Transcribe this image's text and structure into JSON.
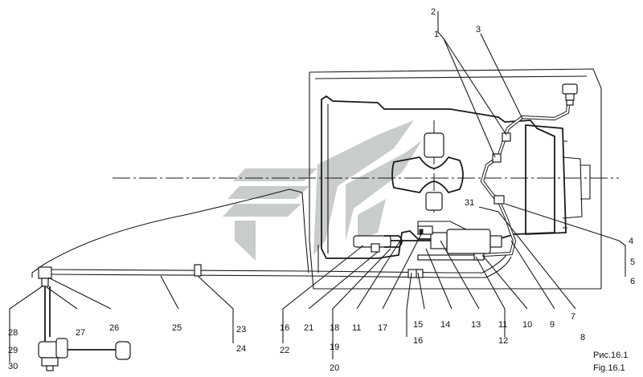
{
  "caption": {
    "ru": "Рис.16.1",
    "en": "Fig.16.1"
  },
  "callouts": [
    {
      "id": "c2",
      "text": "2"
    },
    {
      "id": "c1",
      "text": "1"
    },
    {
      "id": "c3",
      "text": "3"
    },
    {
      "id": "c31",
      "text": "31"
    },
    {
      "id": "c4",
      "text": "4"
    },
    {
      "id": "c5",
      "text": "5"
    },
    {
      "id": "c6",
      "text": "6"
    },
    {
      "id": "c7",
      "text": "7"
    },
    {
      "id": "c8",
      "text": "8"
    },
    {
      "id": "c9",
      "text": "9"
    },
    {
      "id": "c10",
      "text": "10"
    },
    {
      "id": "c11a",
      "text": "11"
    },
    {
      "id": "c12",
      "text": "12"
    },
    {
      "id": "c13",
      "text": "13"
    },
    {
      "id": "c14",
      "text": "14"
    },
    {
      "id": "c15",
      "text": "15"
    },
    {
      "id": "c16a",
      "text": "16"
    },
    {
      "id": "c17",
      "text": "17"
    },
    {
      "id": "c11b",
      "text": "11"
    },
    {
      "id": "c18",
      "text": "18"
    },
    {
      "id": "c19",
      "text": "19"
    },
    {
      "id": "c20",
      "text": "20"
    },
    {
      "id": "c21",
      "text": "21"
    },
    {
      "id": "c16b",
      "text": "16"
    },
    {
      "id": "c22",
      "text": "22"
    },
    {
      "id": "c23",
      "text": "23"
    },
    {
      "id": "c24",
      "text": "24"
    },
    {
      "id": "c25",
      "text": "25"
    },
    {
      "id": "c26",
      "text": "26"
    },
    {
      "id": "c27",
      "text": "27"
    },
    {
      "id": "c28",
      "text": "28"
    },
    {
      "id": "c29",
      "text": "29"
    },
    {
      "id": "c30",
      "text": "30"
    }
  ]
}
